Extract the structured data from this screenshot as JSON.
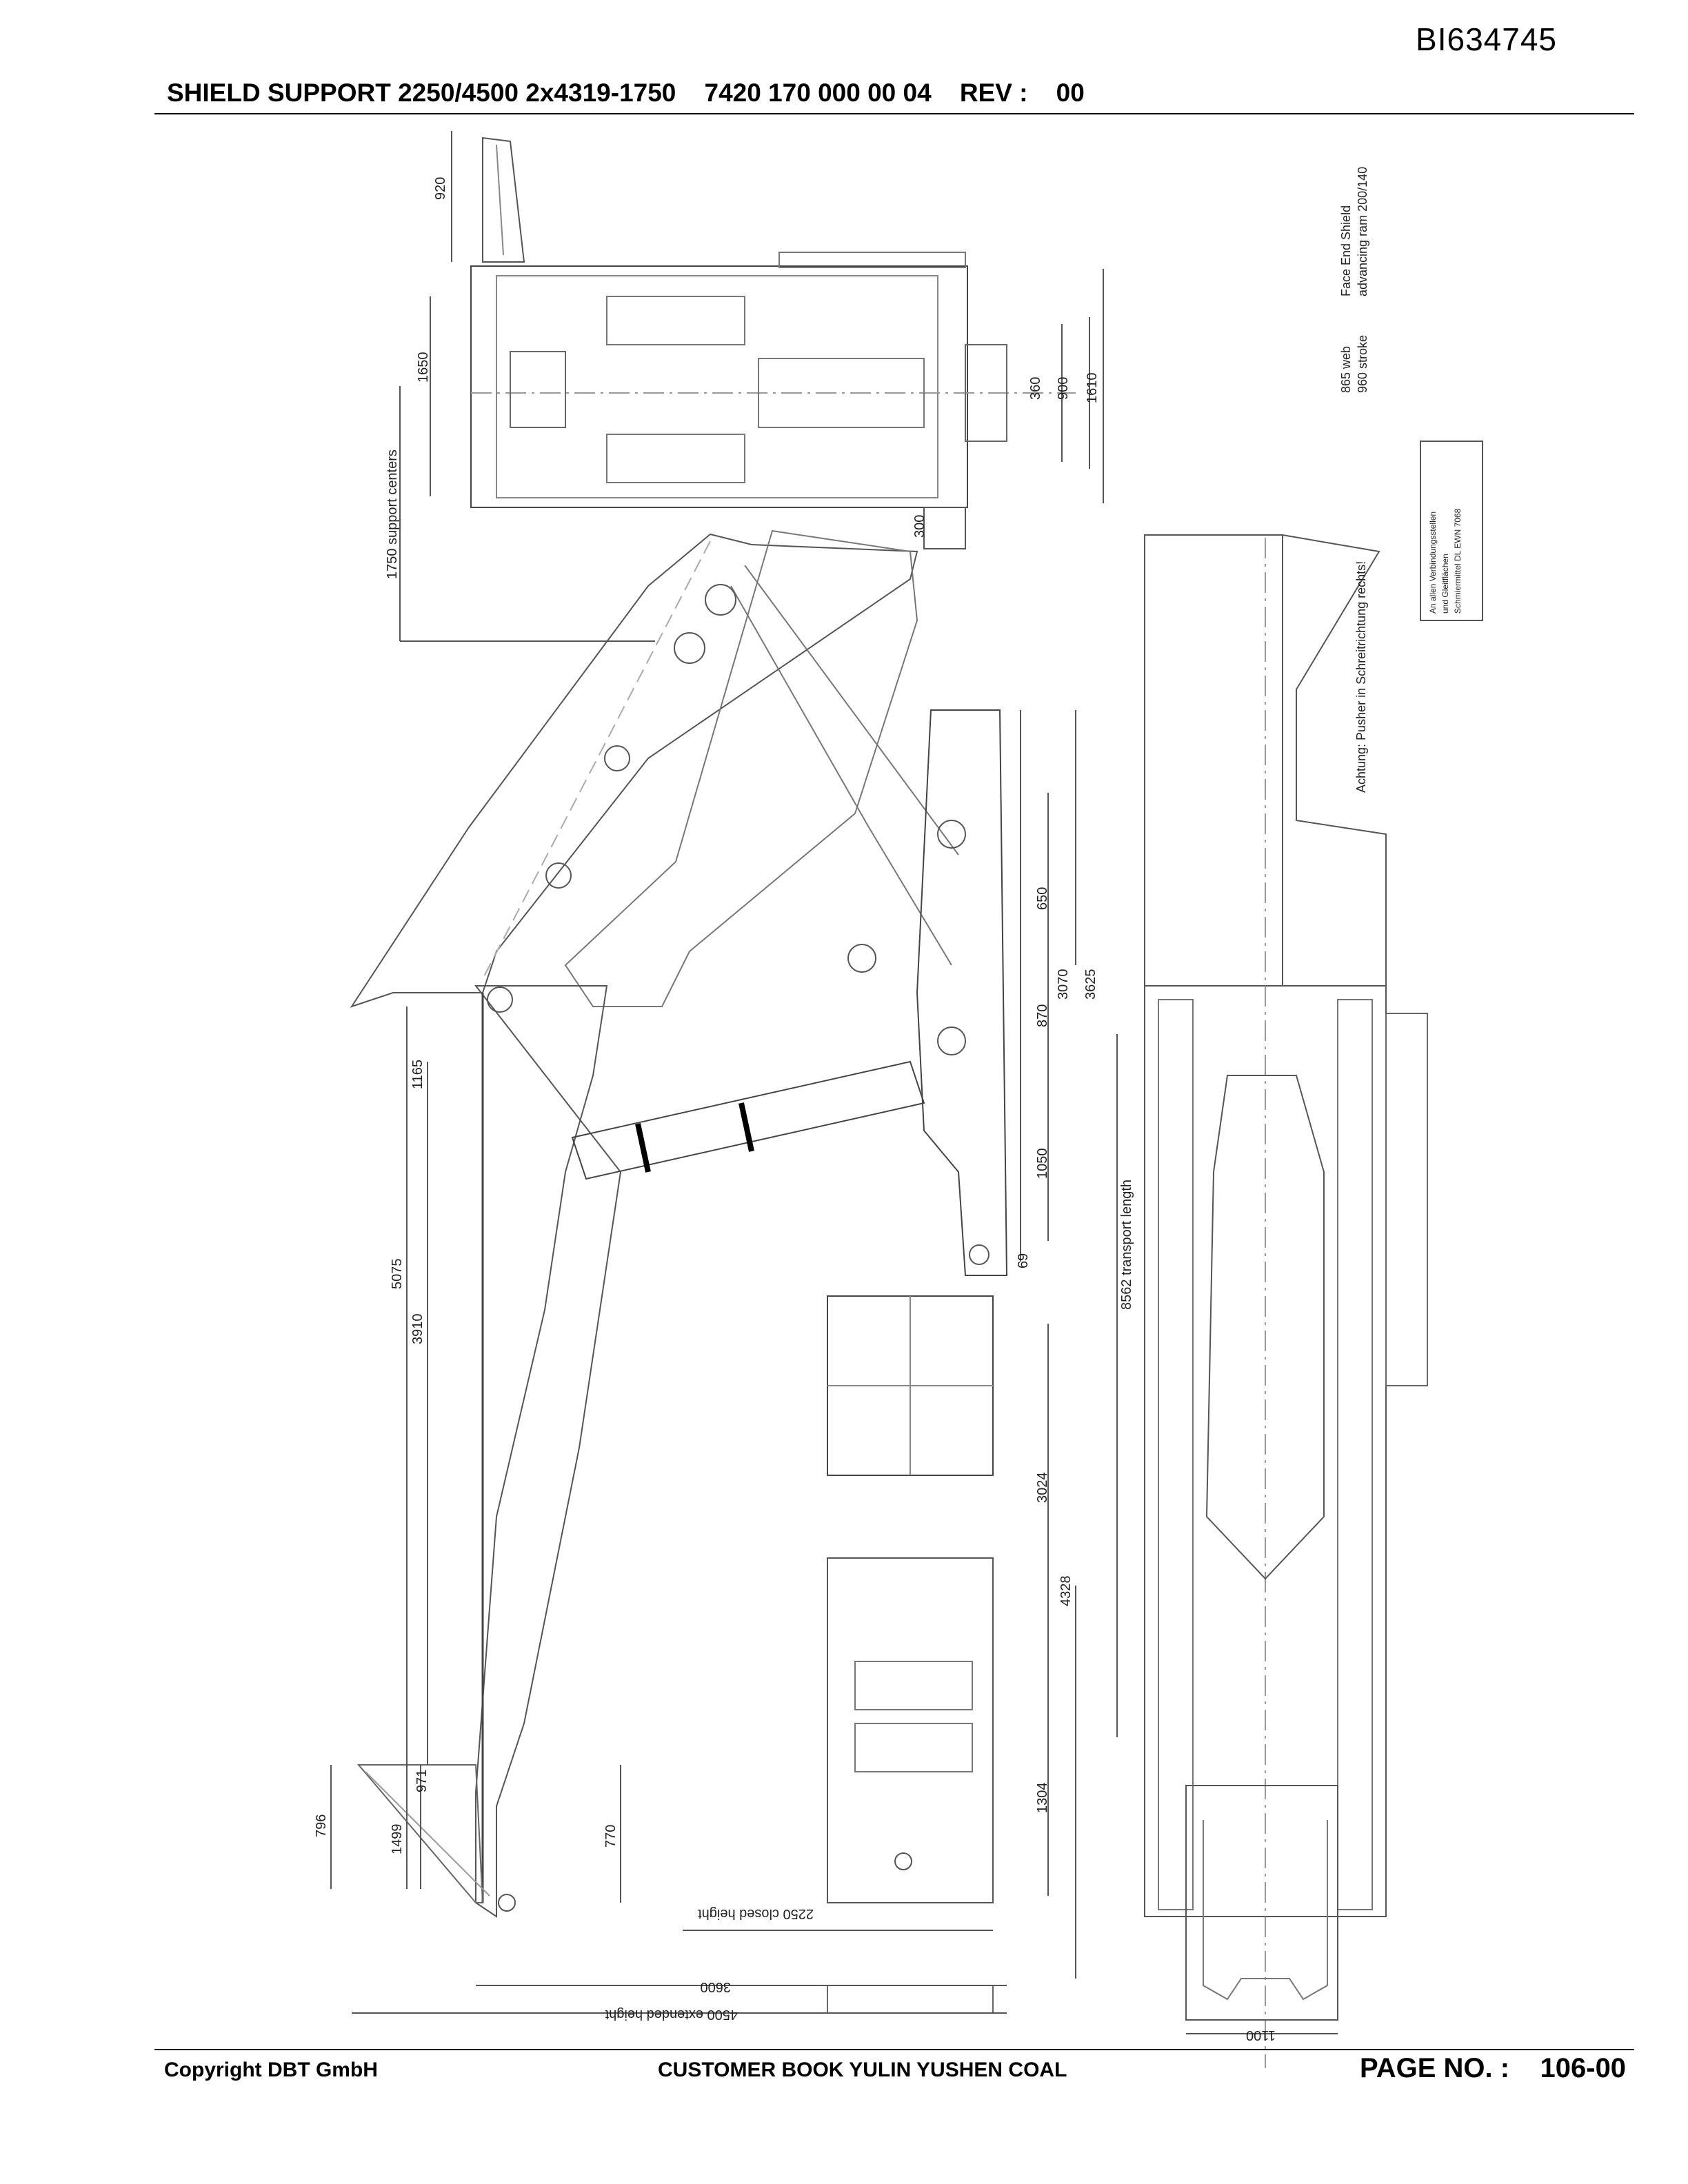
{
  "document": {
    "id": "BI634745",
    "title": "SHIELD SUPPORT 2250/4500 2x4319-1750    7420 170 000 00 04    REV :    00"
  },
  "footer": {
    "copyright": "Copyright DBT GmbH",
    "customer": "CUSTOMER BOOK YULIN YUSHEN COAL",
    "page": "PAGE NO. :    106-00"
  },
  "dimensions": {
    "d920": "920",
    "d1650": "1650",
    "d1750": "1750 support centers",
    "d300": "300",
    "d360": "360",
    "d900": "900",
    "d1610": "1610",
    "d650": "650",
    "d3070": "3070",
    "d3625": "3625",
    "d870": "870",
    "d1050": "1050",
    "d69": "69",
    "d8562": "8562 transport length",
    "d1165": "1165",
    "d5075": "5075",
    "d3910": "3910",
    "d3024": "3024",
    "d4328": "4328",
    "d1304": "1304",
    "d796": "796",
    "d971": "971",
    "d1499": "1499",
    "d770": "770",
    "d2250": "2250 closed height",
    "d3600": "3600",
    "d4500": "4500 extended height",
    "d1100": "1100"
  },
  "notes": {
    "face_end": "Face End Shield",
    "advancing_ram": "advancing ram 200/140",
    "web": "865 web",
    "stroke": "960 stroke",
    "pusher": "Achtung: Pusher in Schreitrichtung rechts!",
    "box_line1": "An allen Verbindungsstellen",
    "box_line2": "und Gleitflächen",
    "box_line3": "Schmiermittel DL EWN 7068"
  }
}
